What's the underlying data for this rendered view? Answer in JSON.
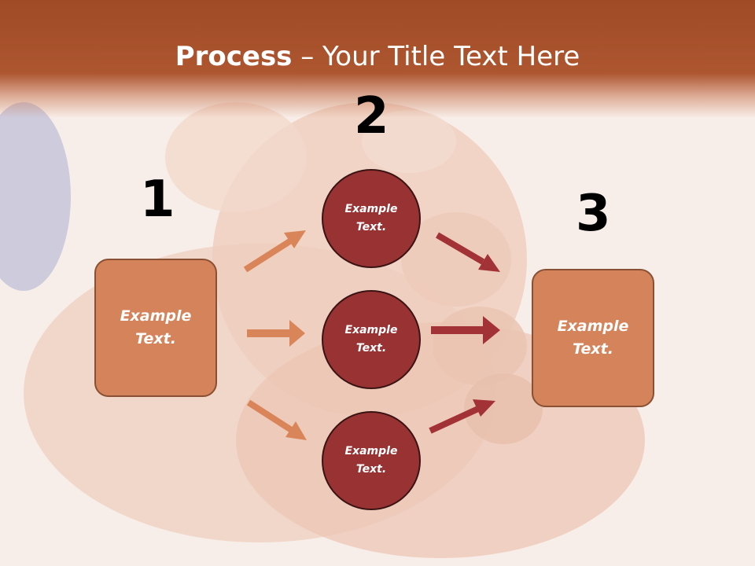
{
  "title": {
    "bold": "Process",
    "rest": " – Your Title Text Here"
  },
  "steps": {
    "one": "1",
    "two": "2",
    "three": "3"
  },
  "left_box": {
    "line1": "Example",
    "line2": "Text."
  },
  "right_box": {
    "line1": "Example",
    "line2": "Text."
  },
  "circles": [
    {
      "line1": "Example",
      "line2": "Text."
    },
    {
      "line1": "Example",
      "line2": "Text."
    },
    {
      "line1": "Example",
      "line2": "Text."
    }
  ],
  "colors": {
    "band": "#a04a26",
    "box": "#d4835a",
    "circle": "#993233",
    "arrow_left": "#d98559",
    "arrow_right": "#a23236"
  }
}
